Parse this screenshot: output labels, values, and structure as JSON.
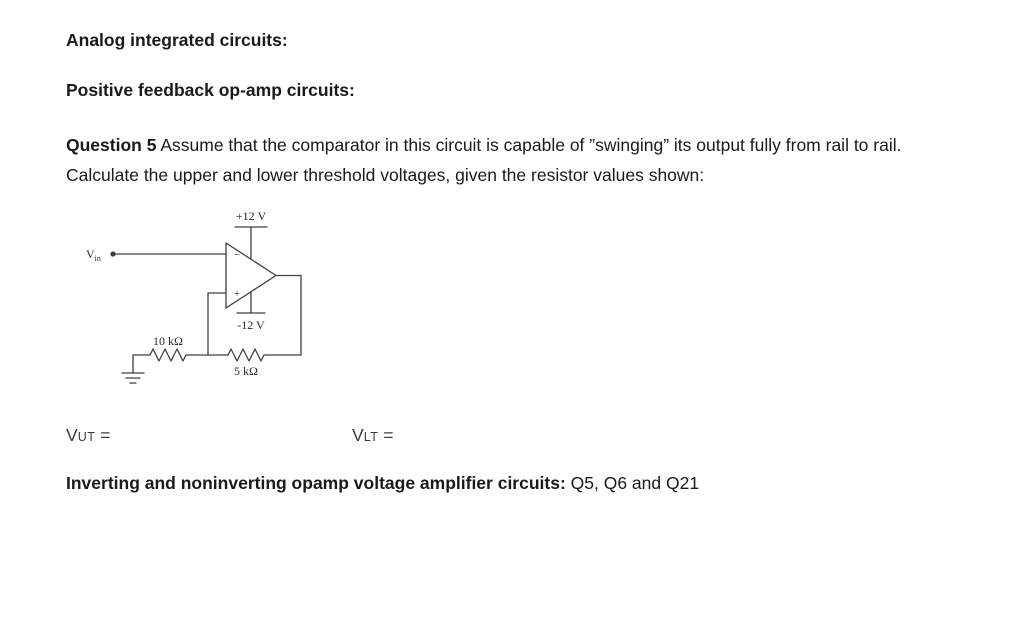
{
  "page": {
    "heading1": "Analog integrated circuits:",
    "heading2": "Positive feedback op-amp circuits:",
    "question": {
      "label": "Question 5",
      "text": " Assume that the comparator in this circuit is capable of ”swinging” its output fully from rail to rail. Calculate the upper and lower threshold voltages, given the resistor values shown:"
    },
    "answers": {
      "vut_main": "V",
      "vut_sub": "UT",
      "vut_eq": " =",
      "vlt_main": "V",
      "vlt_sub": "LT",
      "vlt_eq": " ="
    },
    "footer": {
      "bold": "Inverting and noninverting opamp voltage amplifier circuits:",
      "regular": " Q5, Q6 and Q21"
    }
  },
  "circuit": {
    "vcc_label": "+12 V",
    "vee_label": "-12 V",
    "r1_label": "10 kΩ",
    "r2_label": "5 kΩ",
    "vin_main": "V",
    "vin_sub": "in",
    "opamp_minus": "−",
    "opamp_plus": "+",
    "colors": {
      "wire": "#404040",
      "ink": "#2a2a2a"
    }
  }
}
